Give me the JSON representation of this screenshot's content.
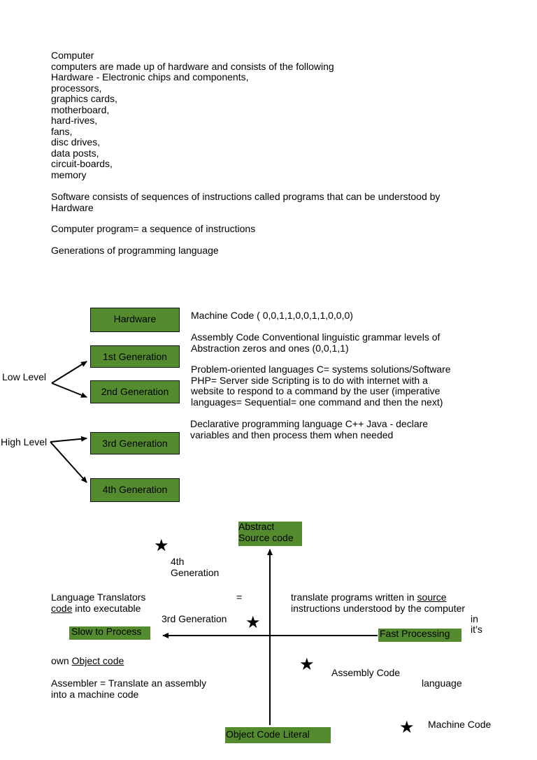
{
  "intro": {
    "lines": [
      "Computer",
      "computers are made up of hardware and consists of the following",
      "Hardware - Electronic chips and components,",
      "processors,",
      "graphics cards,",
      "motherboard,",
      "hard-rives,",
      "fans,",
      "disc drives,",
      "data posts,",
      "circuit-boards,",
      "memory"
    ],
    "software_line1": "Software consists of sequences of instructions called programs that can be understood by",
    "software_line2": "Hardware",
    "program_def": "Computer program= a sequence of instructions",
    "generations_heading": "Generations of programming language"
  },
  "generations": {
    "boxes": {
      "hardware": "Hardware",
      "gen1": "1st Generation",
      "gen2": "2nd Generation",
      "gen3": "3rd Generation",
      "gen4": "4th Generation"
    },
    "low_level": "Low Level",
    "high_level": "High Level",
    "descriptions": {
      "machine_code": "Machine Code ( 0,0,1,1,0,0,1,1,0,0,0)",
      "assembly_1": "Assembly Code Conventional linguistic grammar levels of",
      "assembly_2": "Abstraction  zeros and ones (0,0,1,1)",
      "problem_1": "Problem-oriented languages C= systems solutions/Software",
      "problem_2": "PHP= Server side Scripting is to do with internet with a",
      "problem_3": "website to respond to a command by the user (imperative",
      "problem_4": "languages= Sequential= one command and then the next)",
      "declarative_1": "Declarative programming language  C++ Java - declare",
      "declarative_2": "variables and then process them when needed"
    }
  },
  "diagram": {
    "abstract_1": "Abstract",
    "abstract_2": "Source code",
    "gen4_1": "4th",
    "gen4_2": "Generation",
    "gen3": "3rd Generation",
    "slow": "Slow to Process",
    "fast": "Fast Processing",
    "assembly": "Assembly Code",
    "machine": "Machine Code",
    "object_literal": "Object Code Literal",
    "star_glyph": "★"
  },
  "translators": {
    "left_1": "Language Translators",
    "equals": "=",
    "code_word": "code",
    "left_2_rest": " into executable",
    "right_1_pre": "translate programs written in ",
    "source_word": "source ",
    "right_2": "instructions understood by the computer",
    "in_word": "in",
    "its_word": "it’s",
    "own_pre": "own ",
    "object_code": "Object code",
    "language_word": "language",
    "assembler_1": "Assembler = Translate an assembly",
    "assembler_2": "into a machine code"
  }
}
